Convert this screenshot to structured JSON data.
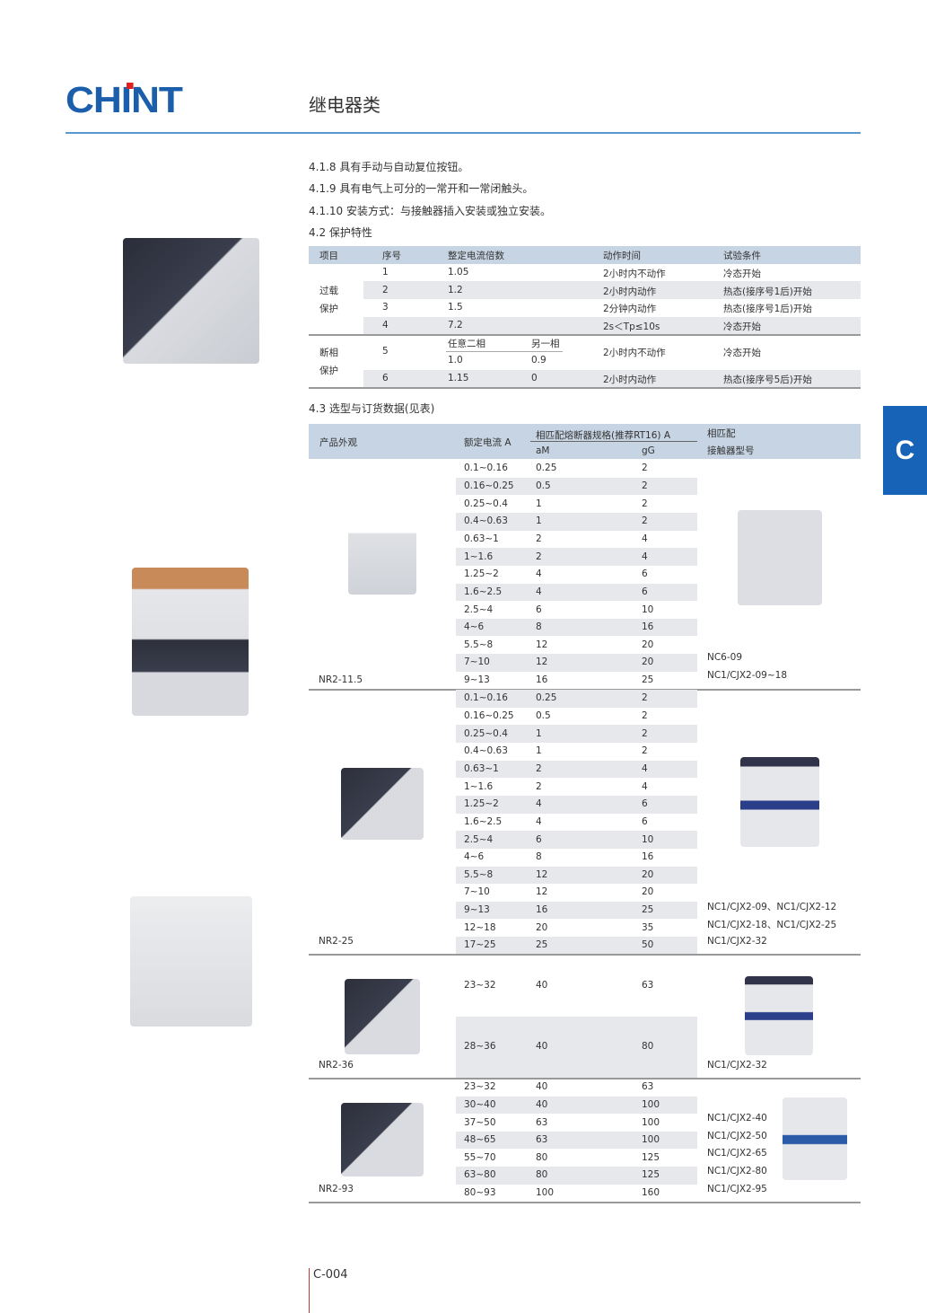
{
  "header": {
    "logo": "CHINT",
    "title": "继电器类"
  },
  "side_tab": "C",
  "page_number": "C-004",
  "features": [
    "4.1.8 具有手动与自动复位按钮。",
    "4.1.9 具有电气上可分的一常开和一常闭触头。",
    "4.1.10 安装方式：与接触器插入安装或独立安装。"
  ],
  "protection": {
    "heading": "4.2 保护特性",
    "columns": [
      "项目",
      "序号",
      "整定电流倍数",
      "动作时间",
      "试验条件"
    ],
    "overload_label": [
      "过载",
      "保护"
    ],
    "phase_label": [
      "断相",
      "保护"
    ],
    "rows": [
      {
        "no": "1",
        "mult": "1.05",
        "time": "2小时内不动作",
        "cond": "冷态开始"
      },
      {
        "no": "2",
        "mult": "1.2",
        "time": "2小时内动作",
        "cond": "热态(接序号1后)开始"
      },
      {
        "no": "3",
        "mult": "1.5",
        "time": "2分钟内动作",
        "cond": "热态(接序号1后)开始"
      },
      {
        "no": "4",
        "mult": "7.2",
        "time": "2s＜Tp≤10s",
        "cond": "冷态开始"
      }
    ],
    "phase_sub": [
      "任意二相",
      "另一相"
    ],
    "row5": {
      "no": "5",
      "mult_a": "1.0",
      "mult_b": "0.9",
      "time": "2小时内不动作",
      "cond": "冷态开始"
    },
    "row6": {
      "no": "6",
      "mult_a": "1.15",
      "mult_b": "0",
      "time": "2小时内动作",
      "cond": "热态(接序号5后)开始"
    }
  },
  "selection": {
    "heading": "4.3 选型与订货数据(见表)",
    "columns": {
      "appearance": "产品外观",
      "current": "额定电流 A",
      "fuse": "相匹配熔断器规格(推荐RT16) A",
      "am": "aM",
      "gg": "gG",
      "contactor_1": "相匹配",
      "contactor_2": "接触器型号"
    },
    "blocks": [
      {
        "model": "NR2-11.5",
        "contactors": [
          "NC6-09",
          "NC1/CJX2-09~18"
        ],
        "rows": [
          [
            "0.1~0.16",
            "0.25",
            "2"
          ],
          [
            "0.16~0.25",
            "0.5",
            "2"
          ],
          [
            "0.25~0.4",
            "1",
            "2"
          ],
          [
            "0.4~0.63",
            "1",
            "2"
          ],
          [
            "0.63~1",
            "2",
            "4"
          ],
          [
            "1~1.6",
            "2",
            "4"
          ],
          [
            "1.25~2",
            "4",
            "6"
          ],
          [
            "1.6~2.5",
            "4",
            "6"
          ],
          [
            "2.5~4",
            "6",
            "10"
          ],
          [
            "4~6",
            "8",
            "16"
          ],
          [
            "5.5~8",
            "12",
            "20"
          ],
          [
            "7~10",
            "12",
            "20"
          ],
          [
            "9~13",
            "16",
            "25"
          ]
        ]
      },
      {
        "model": "NR2-25",
        "contactors": [
          "NC1/CJX2-09、NC1/CJX2-12",
          "NC1/CJX2-18、NC1/CJX2-25",
          "NC1/CJX2-32"
        ],
        "rows": [
          [
            "0.1~0.16",
            "0.25",
            "2"
          ],
          [
            "0.16~0.25",
            "0.5",
            "2"
          ],
          [
            "0.25~0.4",
            "1",
            "2"
          ],
          [
            "0.4~0.63",
            "1",
            "2"
          ],
          [
            "0.63~1",
            "2",
            "4"
          ],
          [
            "1~1.6",
            "2",
            "4"
          ],
          [
            "1.25~2",
            "4",
            "6"
          ],
          [
            "1.6~2.5",
            "4",
            "6"
          ],
          [
            "2.5~4",
            "6",
            "10"
          ],
          [
            "4~6",
            "8",
            "16"
          ],
          [
            "5.5~8",
            "12",
            "20"
          ],
          [
            "7~10",
            "12",
            "20"
          ],
          [
            "9~13",
            "16",
            "25"
          ],
          [
            "12~18",
            "20",
            "35"
          ],
          [
            "17~25",
            "25",
            "50"
          ]
        ]
      },
      {
        "model": "NR2-36",
        "contactors": [
          "NC1/CJX2-32"
        ],
        "rows": [
          [
            "23~32",
            "40",
            "63"
          ],
          [
            "28~36",
            "40",
            "80"
          ]
        ]
      },
      {
        "model": "NR2-93",
        "contactors": [
          "NC1/CJX2-40",
          "NC1/CJX2-50",
          "NC1/CJX2-65",
          "NC1/CJX2-80",
          "NC1/CJX2-95"
        ],
        "rows": [
          [
            "23~32",
            "40",
            "63"
          ],
          [
            "30~40",
            "40",
            "100"
          ],
          [
            "37~50",
            "63",
            "100"
          ],
          [
            "48~65",
            "63",
            "100"
          ],
          [
            "55~70",
            "80",
            "125"
          ],
          [
            "63~80",
            "80",
            "125"
          ],
          [
            "80~93",
            "100",
            "160"
          ]
        ]
      }
    ]
  }
}
